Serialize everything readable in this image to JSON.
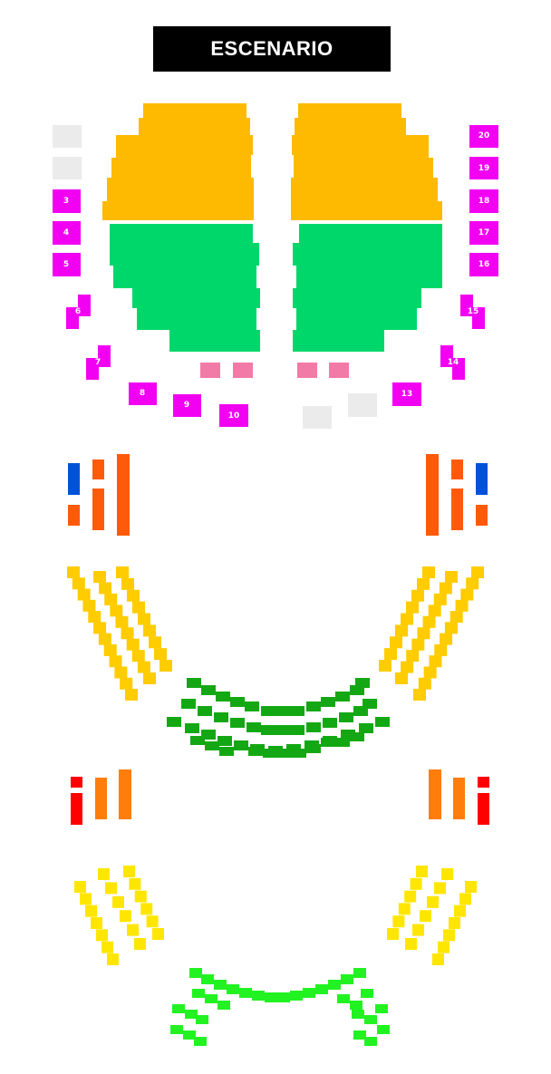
{
  "stage": {
    "label": "ESCENARIO"
  },
  "colors": {
    "stalls_front": "#FDBA00",
    "stalls_rear": "#00D76A",
    "box": "#F200F2",
    "box_unavailable": "#EBEBEB",
    "special_seat": "#F27AA6",
    "tier1_side_outer": "#0052D9",
    "tier1_side": "#FF5A0A",
    "tier1_curve": "#FFCC00",
    "tier1_center": "#13A813",
    "tier2_side_outer": "#FF0000",
    "tier2_side": "#FF7D0A",
    "tier2_curve": "#FFE600",
    "tier2_center": "#22F222"
  },
  "boxes": {
    "left": [
      "3",
      "4",
      "5",
      "6",
      "7",
      "8",
      "9",
      "10"
    ],
    "right": [
      "20",
      "19",
      "18",
      "17",
      "16",
      "15",
      "14",
      "13"
    ]
  }
}
